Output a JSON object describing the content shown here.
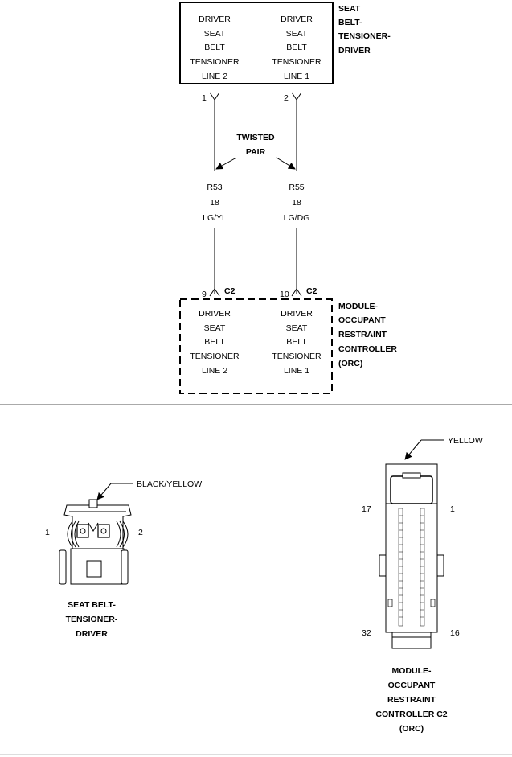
{
  "top_component": {
    "name_lines": [
      "SEAT",
      "BELT-",
      "TENSIONER-",
      "DRIVER"
    ],
    "pins": [
      {
        "number": "1",
        "lines": [
          "DRIVER",
          "SEAT",
          "BELT",
          "TENSIONER",
          "LINE 2"
        ]
      },
      {
        "number": "2",
        "lines": [
          "DRIVER",
          "SEAT",
          "BELT",
          "TENSIONER",
          "LINE 1"
        ]
      }
    ]
  },
  "twisted_pair": [
    "TWISTED",
    "PAIR"
  ],
  "wires": [
    {
      "circuit": "R53",
      "gauge": "18",
      "color": "LG/YL"
    },
    {
      "circuit": "R55",
      "gauge": "18",
      "color": "LG/DG"
    }
  ],
  "bottom_component": {
    "name_lines": [
      "MODULE-",
      "OCCUPANT",
      "RESTRAINT",
      "CONTROLLER",
      "(ORC)"
    ],
    "connector": "C2",
    "pins": [
      {
        "number": "9",
        "lines": [
          "DRIVER",
          "SEAT",
          "BELT",
          "TENSIONER",
          "LINE 2"
        ]
      },
      {
        "number": "10",
        "lines": [
          "DRIVER",
          "SEAT",
          "BELT",
          "TENSIONER",
          "LINE 1"
        ]
      }
    ]
  },
  "connector_views": {
    "left": {
      "color_label": "BLACK/YELLOW",
      "pin_left": "1",
      "pin_right": "2",
      "caption": [
        "SEAT BELT-",
        "TENSIONER-",
        "DRIVER"
      ]
    },
    "right": {
      "color_label": "YELLOW",
      "pin_top_left": "17",
      "pin_top_right": "1",
      "pin_bottom_left": "32",
      "pin_bottom_right": "16",
      "caption": [
        "MODULE-",
        "OCCUPANT",
        "RESTRAINT",
        "CONTROLLER C2",
        "(ORC)"
      ]
    }
  }
}
